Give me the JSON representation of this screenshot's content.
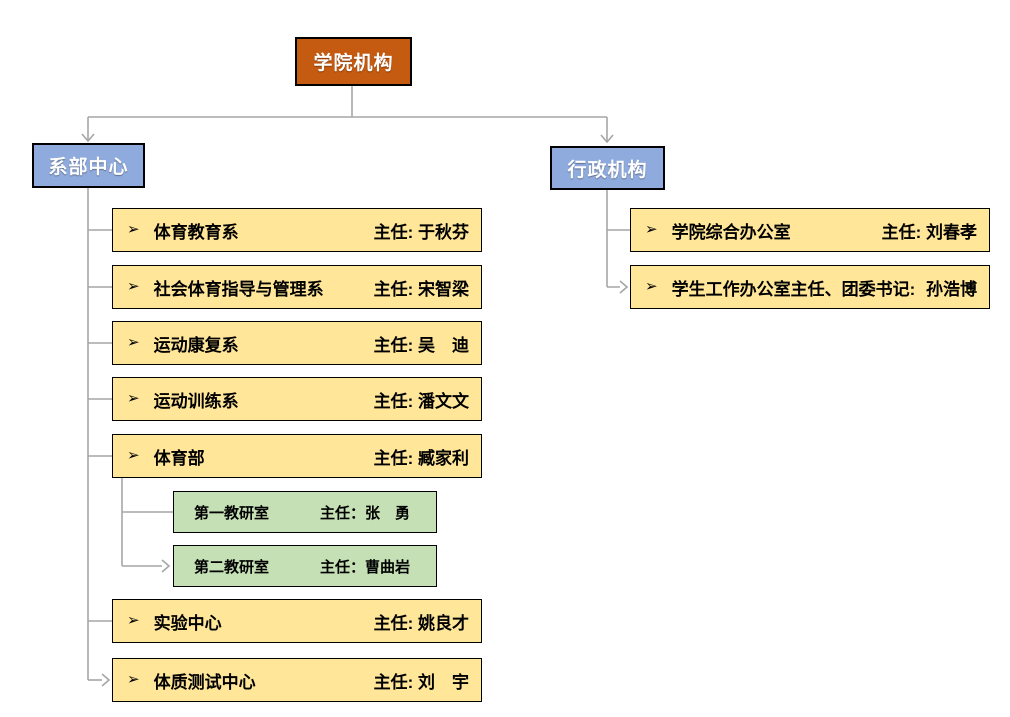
{
  "diagram": {
    "root": {
      "label": "学院机构"
    },
    "left_branch": {
      "label": "系部中心"
    },
    "right_branch": {
      "label": "行政机构"
    },
    "bullet": "➢",
    "left_items": [
      {
        "label": "体育教育系",
        "title": "主任: 于秋芬"
      },
      {
        "label": "社会体育指导与管理系",
        "title": "主任: 宋智梁"
      },
      {
        "label": "运动康复系",
        "title": "主任: 吴　迪"
      },
      {
        "label": "运动训练系",
        "title": "主任: 潘文文"
      },
      {
        "label": "体育部",
        "title": "主任: 臧家利"
      },
      {
        "label": "实验中心",
        "title": "主任: 姚良才"
      },
      {
        "label": "体质测试中心",
        "title": "主任: 刘　宇"
      }
    ],
    "sub_items": [
      {
        "label": "第一教研室",
        "title": "主任：张　勇"
      },
      {
        "label": "第二教研室",
        "title": "主任：曹曲岩"
      }
    ],
    "right_items": [
      {
        "label": "学院综合办公室",
        "title": "主任: 刘春孝"
      },
      {
        "label": "学生工作办公室主任、团委书记:",
        "title": "孙浩博"
      }
    ]
  },
  "colors": {
    "root_fill": "#C55A11",
    "branch_fill": "#8FAADC",
    "dept_fill": "#FFE699",
    "sub_fill": "#C5E0B4",
    "border": "#000000",
    "connector": "#A6A6A6"
  }
}
